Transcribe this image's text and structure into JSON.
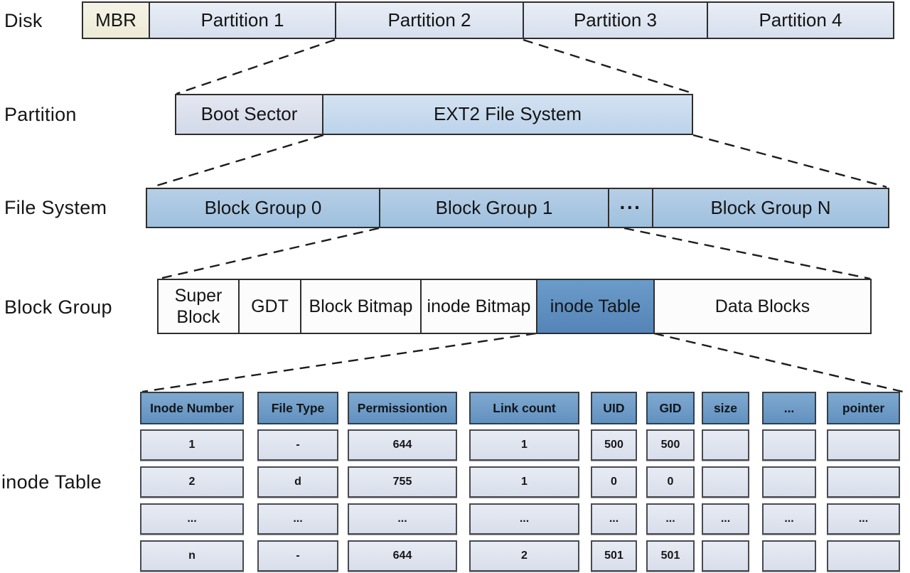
{
  "labels": {
    "disk": "Disk",
    "partition": "Partition",
    "file_system": "File System",
    "block_group": "Block Group",
    "inode_table": "inode Table"
  },
  "disk_row": {
    "mbr": "MBR",
    "partitions": [
      "Partition 1",
      "Partition 2",
      "Partition 3",
      "Partition 4"
    ]
  },
  "partition_row": {
    "boot_sector": "Boot Sector",
    "ext2": "EXT2 File System"
  },
  "file_system_row": {
    "groups": [
      "Block Group 0",
      "Block Group 1",
      "···",
      "Block Group N"
    ]
  },
  "block_group_row": {
    "sections": [
      "Super Block",
      "GDT",
      "Block Bitmap",
      "inode Bitmap",
      "inode Table",
      "Data Blocks"
    ]
  },
  "inode_table": {
    "headers": [
      "Inode Number",
      "File Type",
      "Permissiontion",
      "Link count",
      "UID",
      "GID",
      "size",
      "...",
      "pointer"
    ],
    "rows": [
      [
        "1",
        "-",
        "644",
        "1",
        "500",
        "500",
        "",
        "",
        ""
      ],
      [
        "2",
        "d",
        "755",
        "1",
        "0",
        "0",
        "",
        "",
        ""
      ],
      [
        "...",
        "...",
        "...",
        "...",
        "...",
        "...",
        "...",
        "...",
        "..."
      ],
      [
        "n",
        "-",
        "644",
        "2",
        "501",
        "501",
        "",
        "",
        ""
      ]
    ]
  },
  "colors": {
    "mbr_bg": "#f1efdd",
    "partition_bg": "#dde4f0",
    "boot_sector_bg": "#dadeeb",
    "ext2_bg": "#c7daee",
    "block_group_bg": "#aac7e2",
    "section_bg": "#fcfcfc",
    "inode_table_highlight": "#5e92c4",
    "header_cell_bg": "#719fc8",
    "data_cell_bg": "#dfe4ee",
    "box_border": "#2e2e2e",
    "connector_line": "#1c1c1c",
    "text": "#111111"
  }
}
